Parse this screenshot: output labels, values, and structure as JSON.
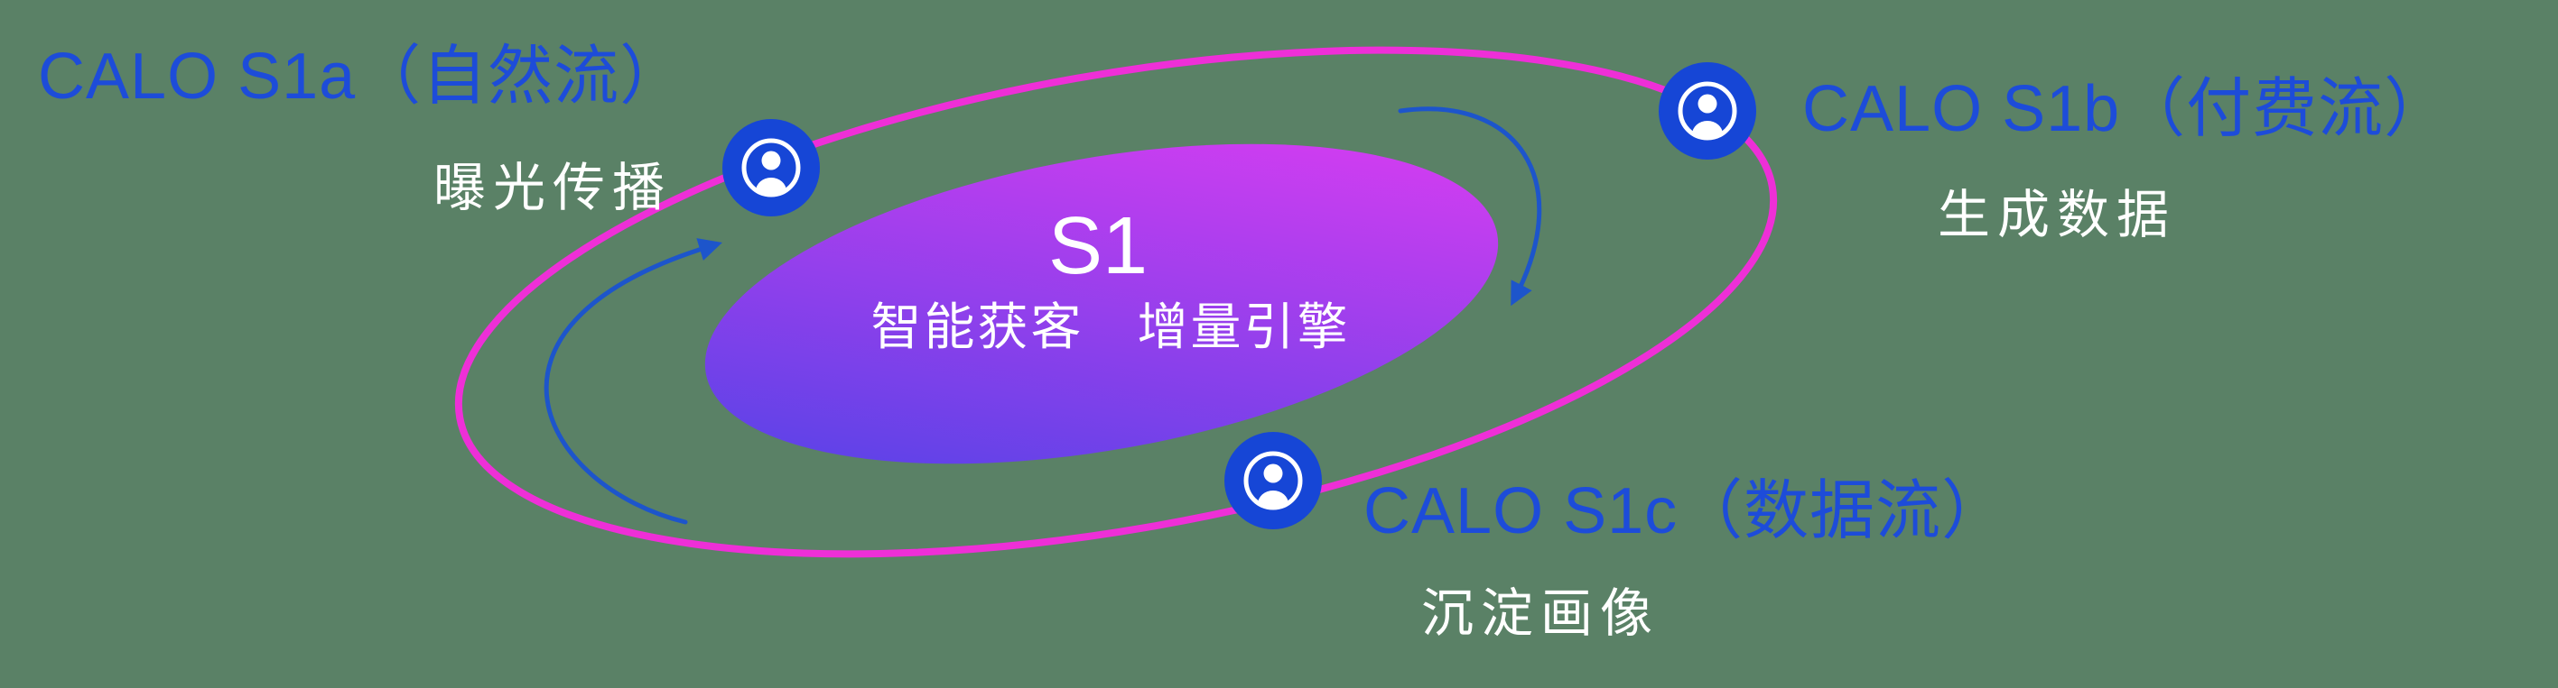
{
  "colors": {
    "bg": "#5a8166",
    "orbit-magenta": "#ee2fd7",
    "core-blue": "#4b43e6",
    "core-magenta": "#e43cf2",
    "arrow-blue": "#1d55cb",
    "icon-blue": "#1646d6",
    "label-blue": "#1d4cd9",
    "text-white": "#ffffff"
  },
  "center": {
    "title": "S1",
    "subtitle": "智能获客　增量引擎"
  },
  "nodes": [
    {
      "id": "s1a",
      "title": "CALO S1a（自然流）",
      "subtitle": "曝光传播"
    },
    {
      "id": "s1b",
      "title": "CALO S1b（付费流）",
      "subtitle": "生成数据"
    },
    {
      "id": "s1c",
      "title": "CALO S1c（数据流）",
      "subtitle": "沉淀画像"
    }
  ]
}
